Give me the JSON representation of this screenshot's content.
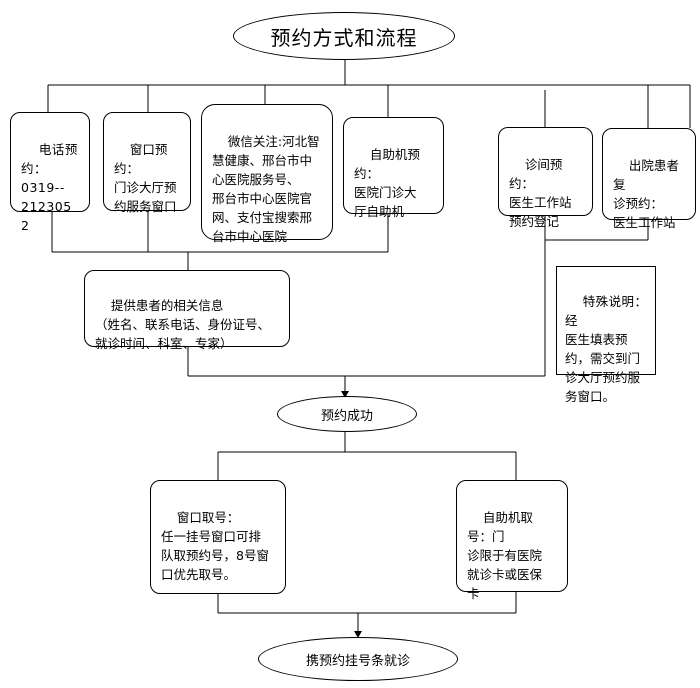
{
  "title": "预约方式和流程",
  "methods": [
    {
      "text": "电话预约：\n0319--\n2123052"
    },
    {
      "text": "窗口预约：\n门诊大厅预\n约服务窗口"
    },
    {
      "text": "微信关注:河北智\n慧健康、邢台市中\n心医院服务号、\n邢台市中心医院官\n网、支付宝搜索邢\n台市中心医院"
    },
    {
      "text": "自助机预约：\n医院门诊大\n厅自助机"
    },
    {
      "text": "诊间预约：\n医生工作站\n预约登记"
    },
    {
      "text": "出院患者复\n诊预约：\n医生工作站"
    }
  ],
  "info_box": {
    "text": "提供患者的相关信息\n（姓名、联系电话、身份证号、\n就诊时间、科室、专家）"
  },
  "special_note": {
    "text": "特殊说明：经\n医生填表预\n约，需交到门\n诊大厅预约服\n务窗口。"
  },
  "success": "预约成功",
  "pickup": [
    {
      "text": "窗口取号：\n任一挂号窗口可排\n队取预约号，8号窗\n口优先取号。"
    },
    {
      "text": "自助机取号：门\n诊限于有医院\n就诊卡或医保\n卡"
    }
  ],
  "final": "携预约挂号条就诊"
}
